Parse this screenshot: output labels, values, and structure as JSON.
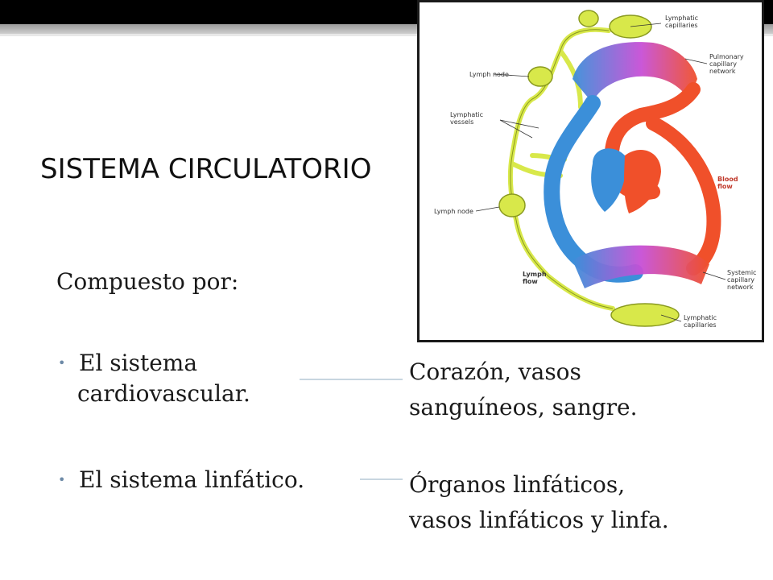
{
  "slide": {
    "title": "SISTEMA CIRCULATORIO",
    "intro": "Compuesto por:",
    "bullets": [
      {
        "line1": "El sistema",
        "line2": "cardiovascular."
      },
      {
        "text": "El sistema linfático."
      }
    ],
    "descriptions": [
      {
        "line1": "Corazón, vasos",
        "line2": "sanguíneos, sangre."
      },
      {
        "line1": "Órganos linfáticos,",
        "line2": "vasos linfáticos y linfa."
      }
    ]
  },
  "figure": {
    "labels": {
      "lymphatic_capillaries_top_1": "Lymphatic",
      "lymphatic_capillaries_top_2": "capillaries",
      "pulmonary_1": "Pulmonary",
      "pulmonary_2": "capillary",
      "pulmonary_3": "network",
      "lymph_node_top": "Lymph node",
      "lymphatic_vessels_1": "Lymphatic",
      "lymphatic_vessels_2": "vessels",
      "blood_flow_1": "Blood",
      "blood_flow_2": "flow",
      "lymph_node_bottom": "Lymph node",
      "systemic_1": "Systemic",
      "systemic_2": "capillary",
      "systemic_3": "network",
      "lymph_flow_1": "Lymph",
      "lymph_flow_2": "flow",
      "lymphatic_capillaries_bottom_1": "Lymphatic",
      "lymphatic_capillaries_bottom_2": "capillaries"
    },
    "colors": {
      "lymph": "#d8e84a",
      "venous": "#3b8fd9",
      "arterial": "#f0502a",
      "capillary_mix": "#c74fd6"
    }
  }
}
